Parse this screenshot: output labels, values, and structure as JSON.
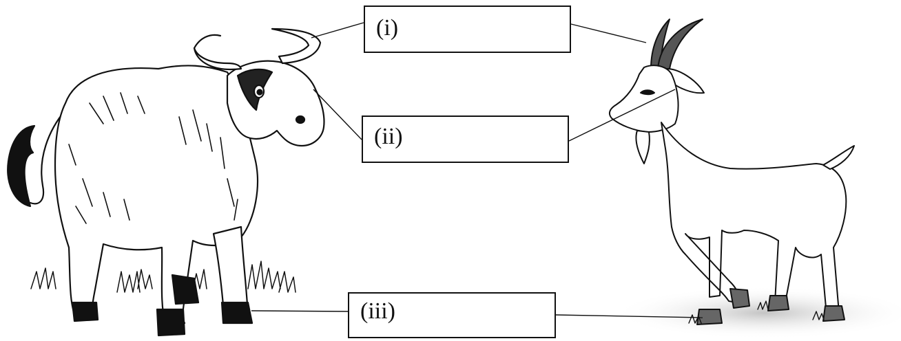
{
  "labels": [
    {
      "id": "i",
      "text": "(i)"
    },
    {
      "id": "ii",
      "text": "(ii)"
    },
    {
      "id": "iii",
      "text": "(iii)"
    }
  ],
  "animals": [
    "buffalo-illustration",
    "goat-illustration"
  ],
  "colors": {
    "ink": "#111111",
    "shade": "#555555",
    "ground": "#c9c9c9"
  }
}
